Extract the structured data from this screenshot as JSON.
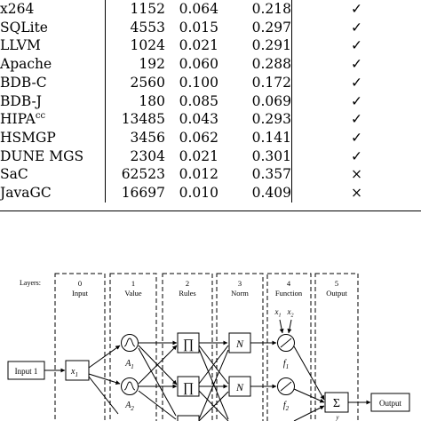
{
  "table": {
    "rows": [
      {
        "system": "x264",
        "sup": "",
        "n": "1152",
        "a": "0.064",
        "b": "0.218",
        "mark": "✓"
      },
      {
        "system": "SQLite",
        "sup": "",
        "n": "4553",
        "a": "0.015",
        "b": "0.297",
        "mark": "✓"
      },
      {
        "system": "LLVM",
        "sup": "",
        "n": "1024",
        "a": "0.021",
        "b": "0.291",
        "mark": "✓"
      },
      {
        "system": "Apache",
        "sup": "",
        "n": "192",
        "a": "0.060",
        "b": "0.288",
        "mark": "✓"
      },
      {
        "system": "BDB-C",
        "sup": "",
        "n": "2560",
        "a": "0.100",
        "b": "0.172",
        "mark": "✓"
      },
      {
        "system": "BDB-J",
        "sup": "",
        "n": "180",
        "a": "0.085",
        "b": "0.069",
        "mark": "✓"
      },
      {
        "system": "HIPA",
        "sup": "cc",
        "n": "13485",
        "a": "0.043",
        "b": "0.293",
        "mark": "✓"
      },
      {
        "system": "HSMGP",
        "sup": "",
        "n": "3456",
        "a": "0.062",
        "b": "0.141",
        "mark": "✓"
      },
      {
        "system": "DUNE MGS",
        "sup": "",
        "n": "2304",
        "a": "0.021",
        "b": "0.301",
        "mark": "✓"
      },
      {
        "system": "SaC",
        "sup": "",
        "n": "62523",
        "a": "0.012",
        "b": "0.357",
        "mark": "×"
      },
      {
        "system": "JavaGC",
        "sup": "",
        "n": "16697",
        "a": "0.010",
        "b": "0.409",
        "mark": "×"
      }
    ]
  },
  "diagram": {
    "layers_label": "Layers:",
    "layers": [
      {
        "num": "0",
        "name": "Input"
      },
      {
        "num": "1",
        "name": "Value"
      },
      {
        "num": "2",
        "name": "Rules"
      },
      {
        "num": "3",
        "name": "Norm"
      },
      {
        "num": "4",
        "name": "Function"
      },
      {
        "num": "5",
        "name": "Output"
      }
    ],
    "input_box": "Input 1",
    "x_node": "x",
    "x_sub": "1",
    "value_nodes": [
      {
        "label": "A",
        "sub": "1"
      },
      {
        "label": "A",
        "sub": "2"
      }
    ],
    "rule_symbol": "∏",
    "norm_symbol": "N",
    "func_inputs": [
      {
        "label": "x",
        "sub": "1"
      },
      {
        "label": "x",
        "sub": "2"
      }
    ],
    "func_nodes": [
      {
        "label": "f",
        "sub": "1"
      },
      {
        "label": "f",
        "sub": "2"
      }
    ],
    "sum_symbol": "Σ",
    "sum_sub": "y",
    "output_box": "Output"
  }
}
